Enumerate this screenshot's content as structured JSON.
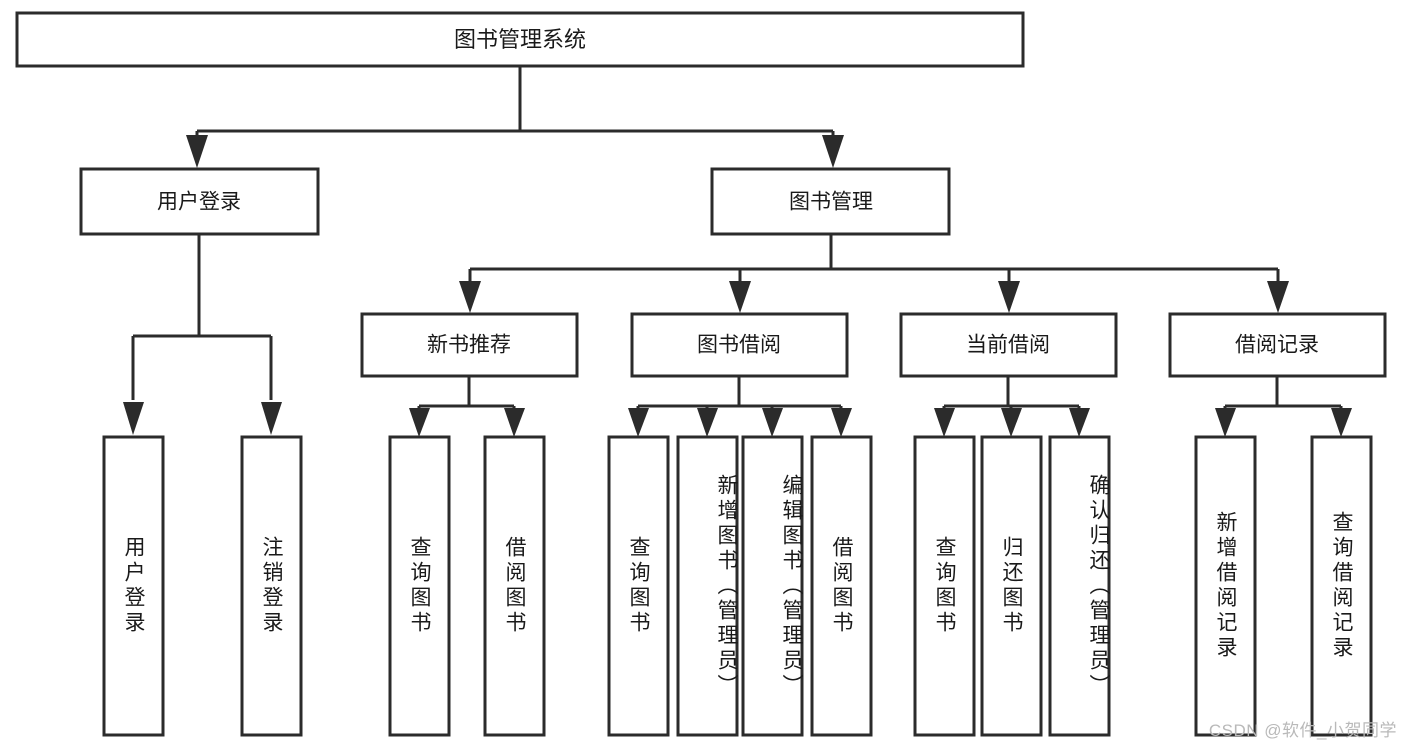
{
  "diagram": {
    "title_node": {
      "label": "图书管理系统"
    },
    "level1": [
      {
        "id": "user-login",
        "label": "用户登录"
      },
      {
        "id": "book-management",
        "label": "图书管理"
      }
    ],
    "level2": [
      {
        "id": "new-book-recommend",
        "label": "新书推荐"
      },
      {
        "id": "book-borrow",
        "label": "图书借阅"
      },
      {
        "id": "current-borrow",
        "label": "当前借阅"
      },
      {
        "id": "borrow-record",
        "label": "借阅记录"
      }
    ],
    "leaves": {
      "user_login": [
        {
          "id": "leaf-user-login",
          "label": "用户登录"
        },
        {
          "id": "leaf-logout",
          "label": "注销登录"
        }
      ],
      "new_book_recommend": [
        {
          "id": "leaf-query-book-1",
          "label": "查询图书"
        },
        {
          "id": "leaf-borrow-book-1",
          "label": "借阅图书"
        }
      ],
      "book_borrow": [
        {
          "id": "leaf-query-book-2",
          "label": "查询图书"
        },
        {
          "id": "leaf-add-book",
          "label": "新增图书（管理员）"
        },
        {
          "id": "leaf-edit-book",
          "label": "编辑图书（管理员）"
        },
        {
          "id": "leaf-borrow-book-2",
          "label": "借阅图书"
        }
      ],
      "current_borrow": [
        {
          "id": "leaf-query-book-3",
          "label": "查询图书"
        },
        {
          "id": "leaf-return-book",
          "label": "归还图书"
        },
        {
          "id": "leaf-confirm-return",
          "label": "确认归还（管理员）"
        }
      ],
      "borrow_record": [
        {
          "id": "leaf-add-record",
          "label": "新增借阅记录"
        },
        {
          "id": "leaf-query-record",
          "label": "查询借阅记录"
        }
      ]
    },
    "watermark": "CSDN @软件_小贺同学",
    "colors": {
      "stroke": "#2b2b2b",
      "fill": "#ffffff",
      "text": "#1a1a1a",
      "watermark": "#b9b9b9"
    }
  }
}
